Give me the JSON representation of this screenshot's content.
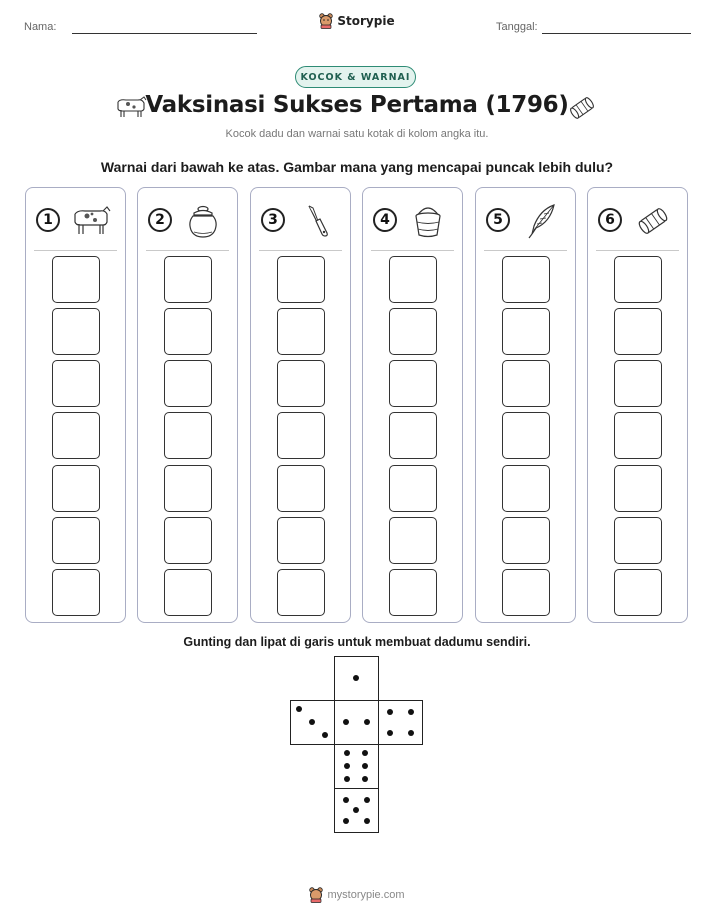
{
  "header": {
    "name_label": "Nama:",
    "brand": "Storypie",
    "date_label": "Tanggal:"
  },
  "badge": "KOCOK & WARNAI",
  "title": "Vaksinasi Sukses Pertama (1796)",
  "subtitle": "Kocok dadu dan warnai satu kotak di kolom angka itu.",
  "instruction": "Warnai dari bawah ke atas. Gambar mana yang mencapai puncak lebih dulu?",
  "columns": [
    {
      "number": "1",
      "icon": "cow-icon"
    },
    {
      "number": "2",
      "icon": "jar-icon"
    },
    {
      "number": "3",
      "icon": "lancet-icon"
    },
    {
      "number": "4",
      "icon": "bucket-icon"
    },
    {
      "number": "5",
      "icon": "quill-icon"
    },
    {
      "number": "6",
      "icon": "scroll-icon"
    }
  ],
  "boxes_per_column": 7,
  "cut_instruction": "Gunting dan lipat di garis untuk membuat dadumu sendiri.",
  "dice_faces": [
    1,
    3,
    2,
    4,
    6,
    5
  ],
  "footer": "mystorypie.com",
  "colors": {
    "badge_border": "#2e8b75",
    "badge_fill": "#e3f3ee",
    "column_border": "#a9adc4"
  }
}
